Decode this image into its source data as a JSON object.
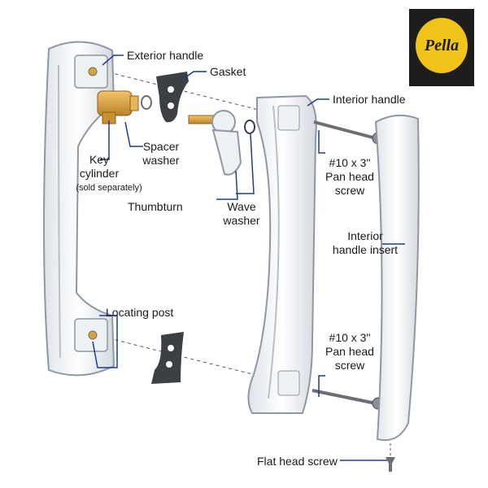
{
  "brand": {
    "name": "Pella",
    "colors": {
      "logo_bg": "#1d1d1b",
      "logo_gold": "#f0c419"
    }
  },
  "colors": {
    "leader": "#1b3d8f",
    "handle_fill": "#f4f6f8",
    "handle_stroke": "#8e97a2",
    "gasket": "#3d4043",
    "brass": "#d9a23a",
    "screw": "#6b6f75"
  },
  "labels": {
    "exterior_handle": "Exterior handle",
    "gasket": "Gasket",
    "interior_handle": "Interior handle",
    "spacer_washer_1": "Spacer",
    "spacer_washer_2": "washer",
    "key_cylinder_1": "Key",
    "key_cylinder_2": "cylinder",
    "key_cylinder_note": "(sold separately)",
    "thumbturn": "Thumbturn",
    "wave_washer_1": "Wave",
    "wave_washer_2": "washer",
    "pan_screw_top_1": "#10 x 3\"",
    "pan_screw_top_2": "Pan head",
    "pan_screw_top_3": "screw",
    "interior_insert_1": "Interior",
    "interior_insert_2": "handle insert",
    "locating_post": "Locating post",
    "pan_screw_bottom_1": "#10 x 3\"",
    "pan_screw_bottom_2": "Pan head",
    "pan_screw_bottom_3": "screw",
    "flat_head_screw": "Flat head screw"
  }
}
